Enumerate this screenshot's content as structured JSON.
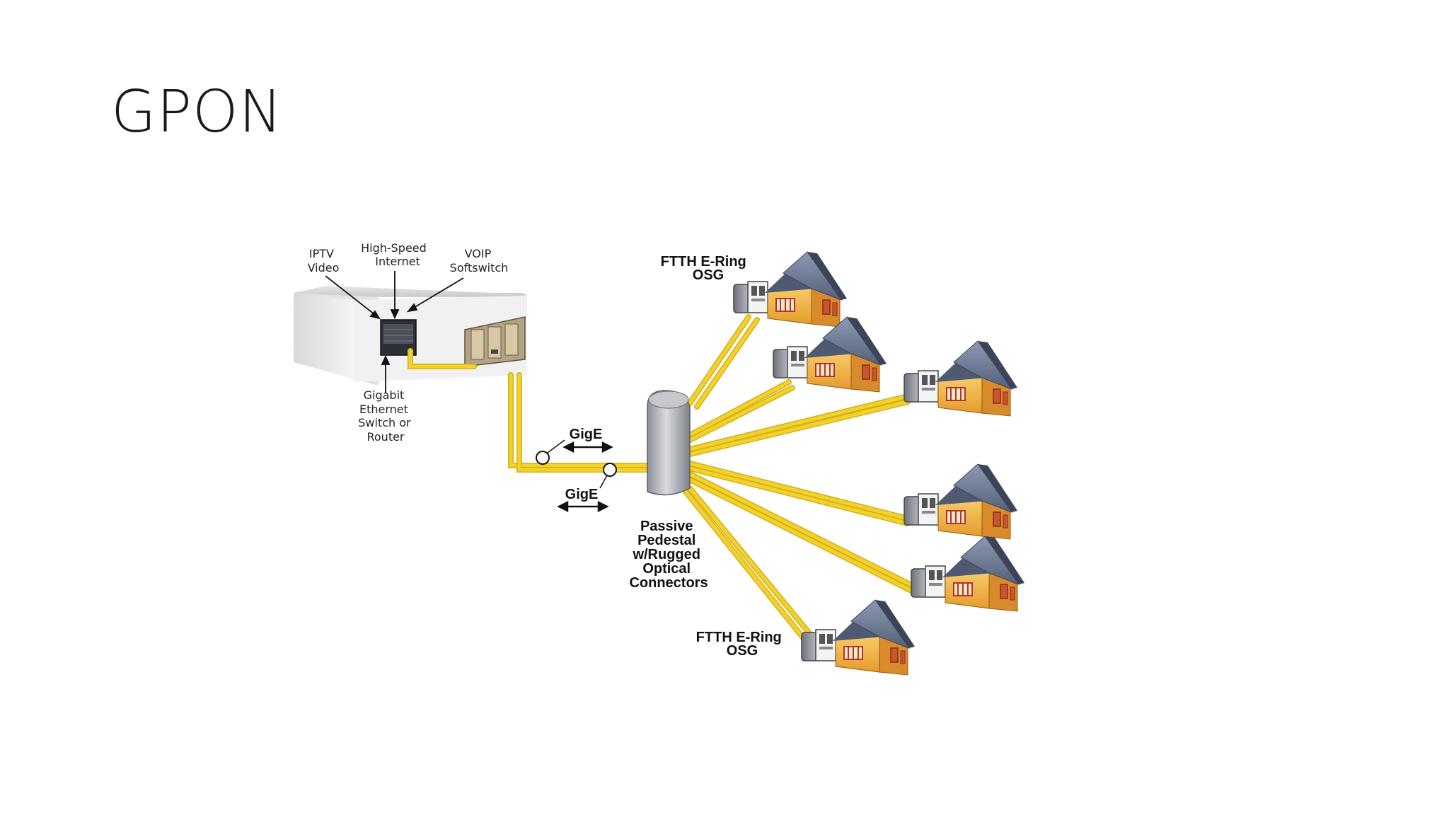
{
  "slide": {
    "title": "GPON"
  },
  "labels": {
    "iptv": [
      "IPTV",
      "Video"
    ],
    "internet": [
      "High-Speed",
      "Internet"
    ],
    "voip": [
      "VOIP",
      "Softswitch"
    ],
    "switch": [
      "Gigabit",
      "Ethernet",
      "Switch or",
      "Router"
    ],
    "gige_top": "GigE",
    "gige_bottom": "GigE",
    "pedestal": [
      "Passive",
      "Pedestal",
      "w/Rugged",
      "Optical",
      "Connectors"
    ],
    "osg_top": [
      "FTTH E-Ring",
      "OSG"
    ],
    "osg_bottom": [
      "FTTH E-Ring",
      "OSG"
    ]
  },
  "colors": {
    "fiber": "#f2d22a",
    "house_wall": "#f0b646",
    "roof": "#6f7c98",
    "window": "#b8322a"
  }
}
